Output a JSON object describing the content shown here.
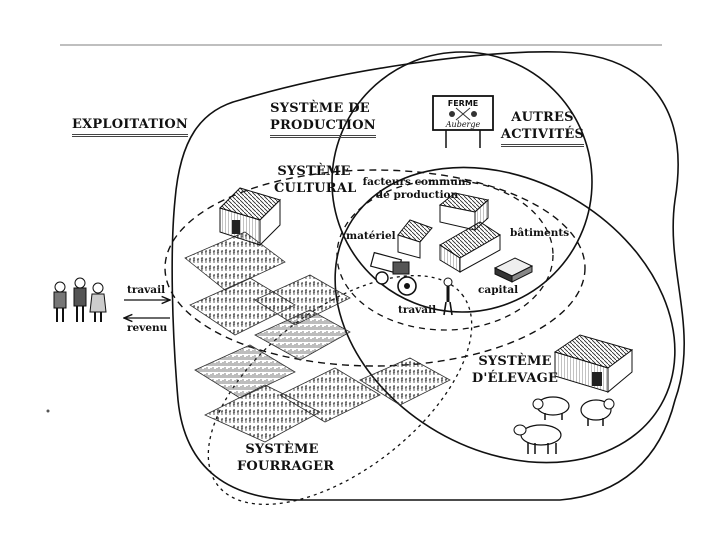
{
  "labels": {
    "exploitation": "EXPLOITATION",
    "systeme_production_line1": "SYSTÈME DE",
    "systeme_production_line2": "PRODUCTION",
    "autres_activites_line1": "AUTRES",
    "autres_activites_line2": "ACTIVITÉS",
    "systeme_cultural_line1": "SYSTÈME",
    "systeme_cultural_line2": "CULTURAL",
    "facteurs_line1": "facteurs communs",
    "facteurs_line2": "de production",
    "materiel": "matériel",
    "batiments": "bâtiments",
    "capital": "capital",
    "travail_inner": "travail",
    "travail_outer": "travail",
    "revenu": "revenu",
    "systeme_elevage_line1": "SYSTÈME",
    "systeme_elevage_line2": "D'ÉLEVAGE",
    "systeme_fourrager_line1": "SYSTÈME",
    "systeme_fourrager_line2": "FOURRAGER"
  },
  "sign": {
    "line1": "FERME",
    "line2": "Auberge"
  }
}
